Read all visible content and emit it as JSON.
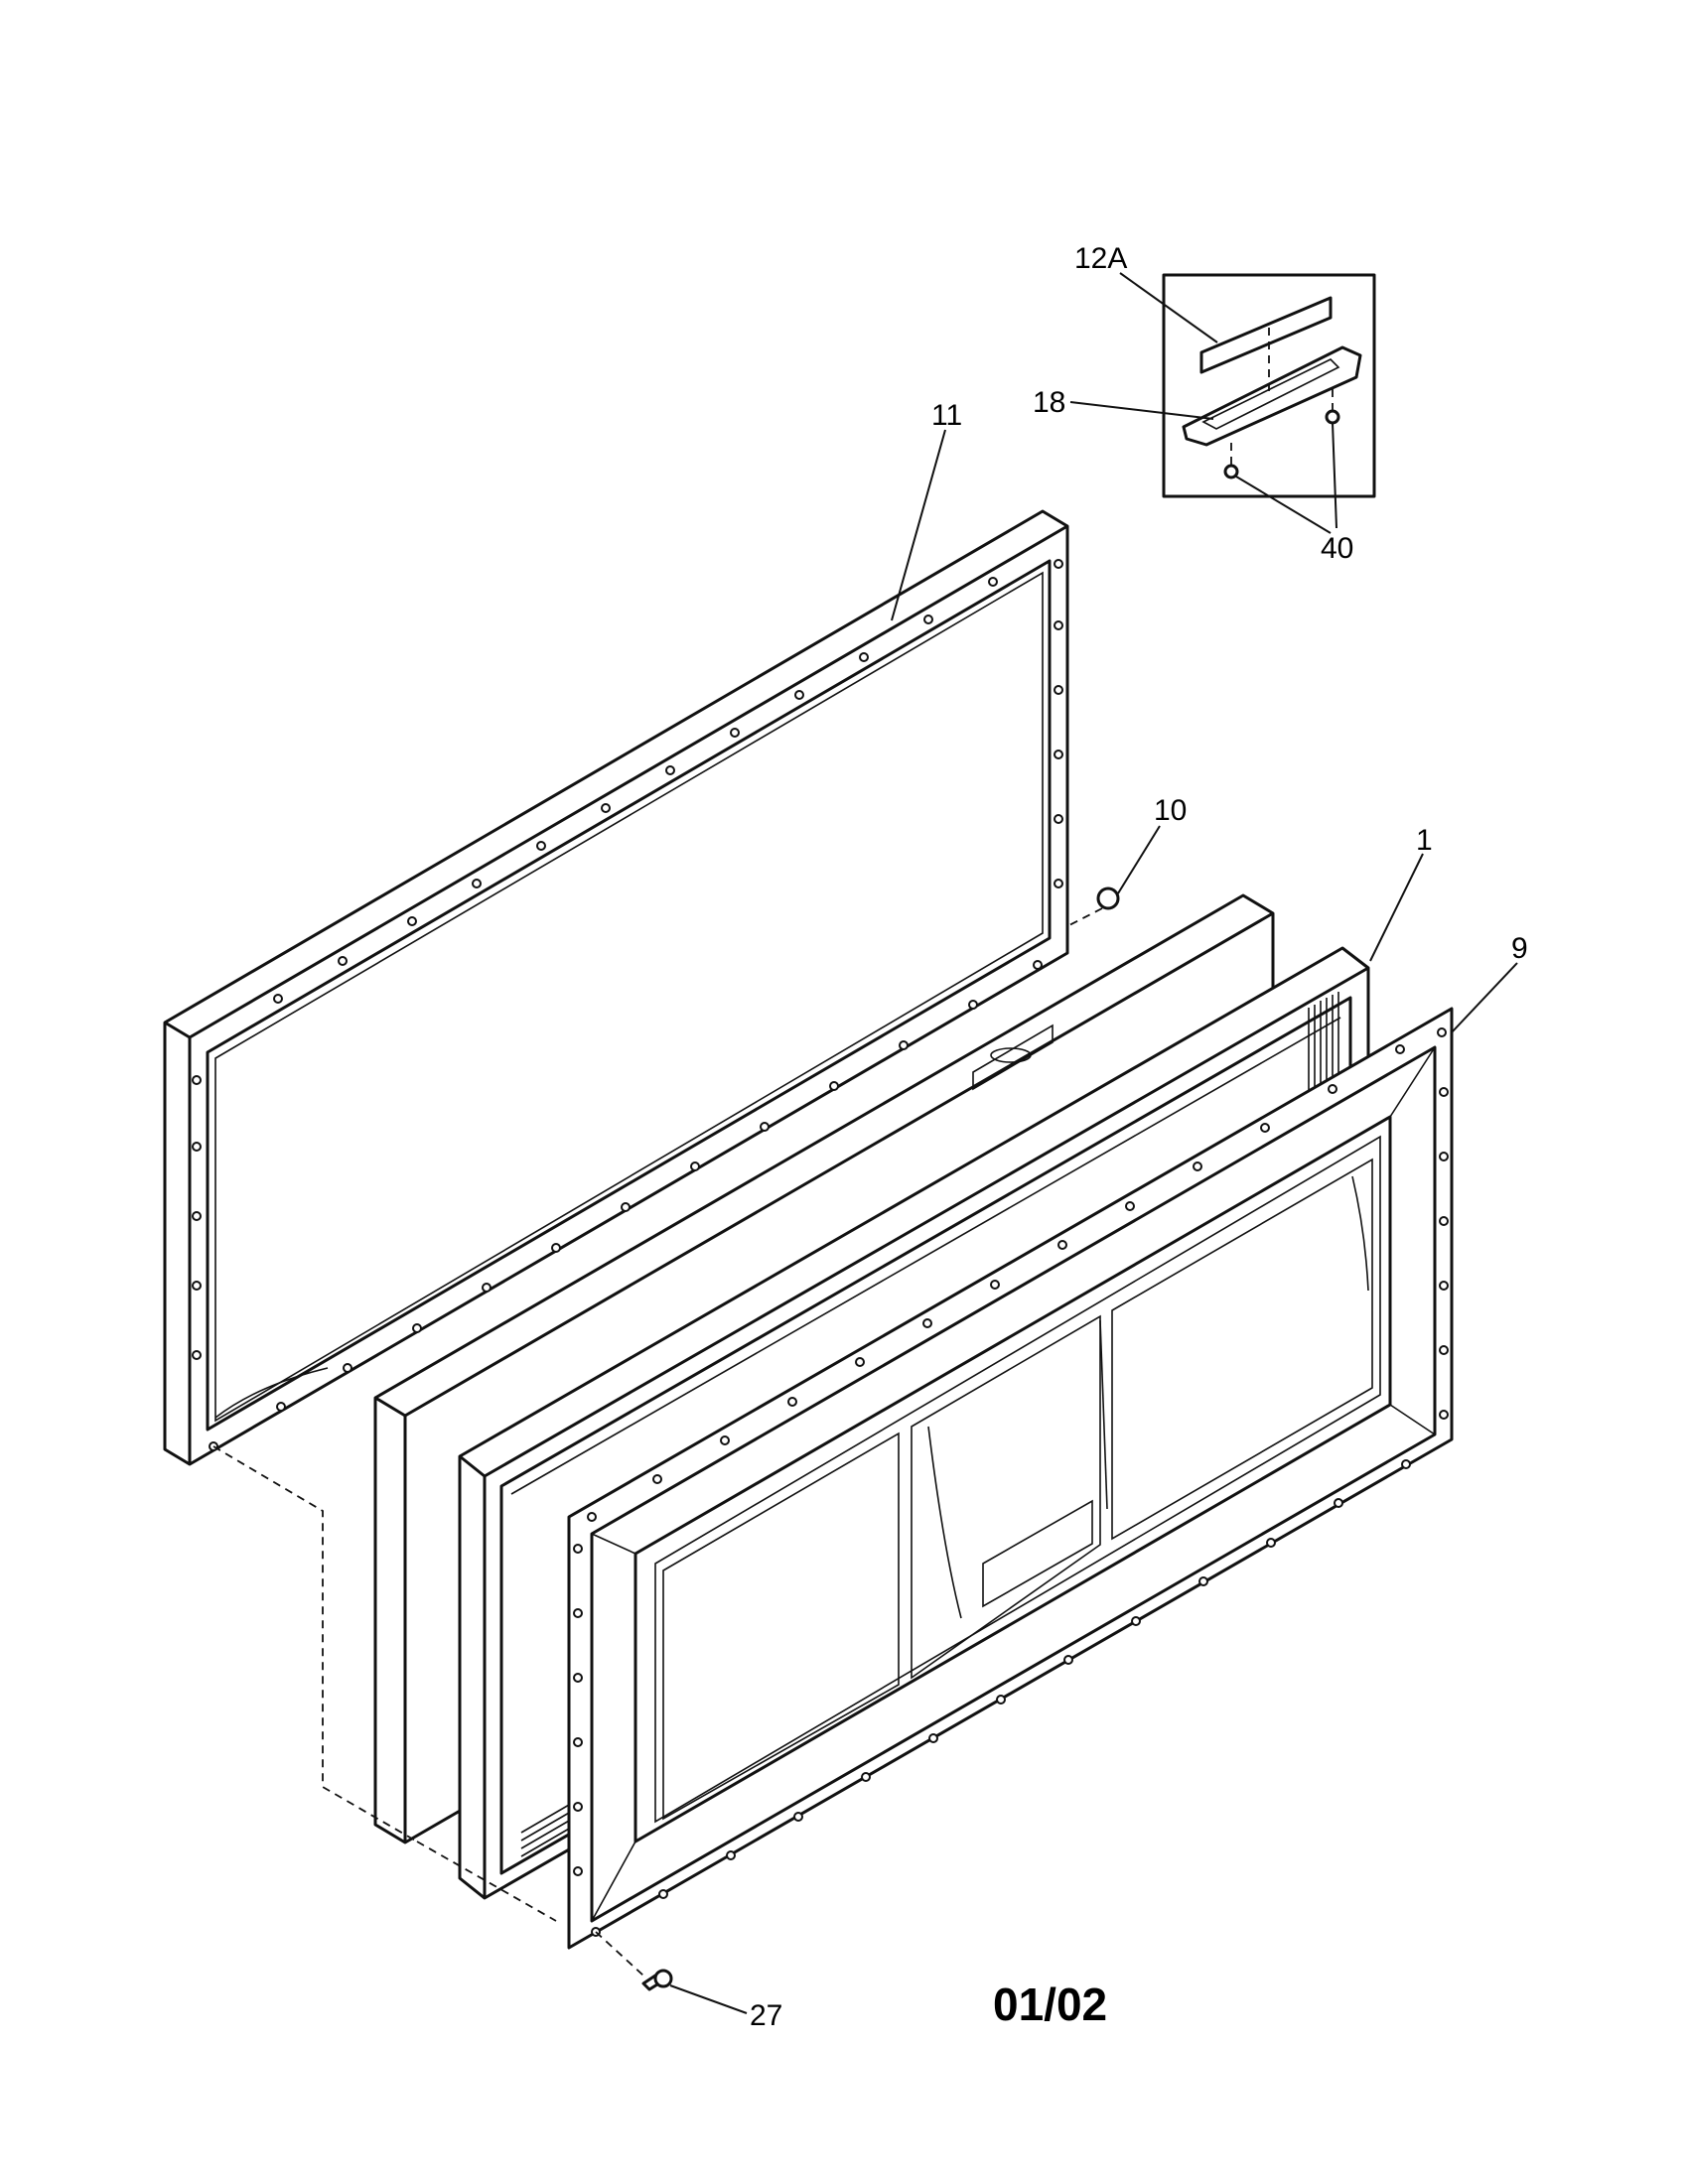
{
  "callouts": {
    "c12a": "12A",
    "c18": "18",
    "c11": "11",
    "c40": "40",
    "c10": "10",
    "c1": "1",
    "c9": "9",
    "c27": "27"
  },
  "diagram_code": "01/02"
}
